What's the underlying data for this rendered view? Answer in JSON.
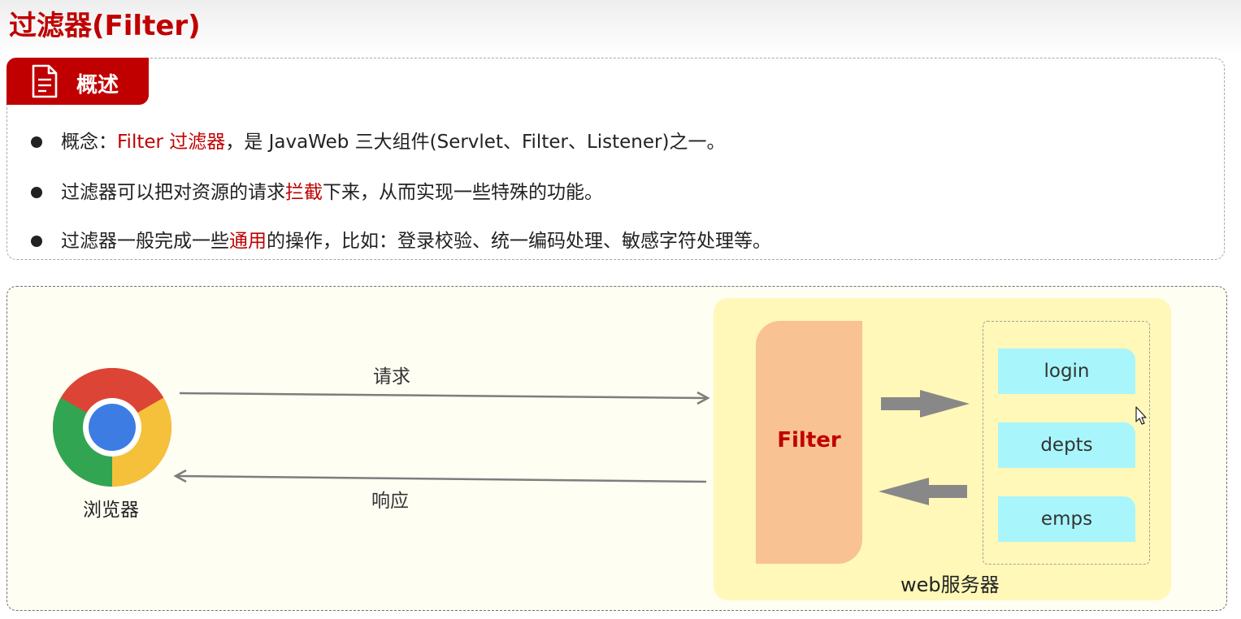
{
  "title": "过滤器(Filter)",
  "overview": {
    "tag_label": "概述",
    "tag_icon": "document-icon",
    "bullets": [
      {
        "parts": [
          {
            "text": "概念：",
            "highlight": false
          },
          {
            "text": "Filter 过滤器",
            "highlight": true
          },
          {
            "text": "，是 JavaWeb 三大组件(Servlet、Filter、Listener)之一。",
            "highlight": false
          }
        ]
      },
      {
        "parts": [
          {
            "text": "过滤器可以把对资源的请求",
            "highlight": false
          },
          {
            "text": "拦截",
            "highlight": true
          },
          {
            "text": "下来，从而实现一些特殊的功能。",
            "highlight": false
          }
        ]
      },
      {
        "parts": [
          {
            "text": "过滤器一般完成一些",
            "highlight": false
          },
          {
            "text": "通用",
            "highlight": true
          },
          {
            "text": "的操作，比如：登录校验、统一编码处理、敏感字符处理等。",
            "highlight": false
          }
        ]
      }
    ]
  },
  "diagram": {
    "browser_label": "浏览器",
    "browser_icon": "chrome-icon",
    "request_label": "请求",
    "response_label": "响应",
    "filter_label": "Filter",
    "server_label": "web服务器",
    "resources": [
      "login",
      "depts",
      "emps"
    ]
  },
  "colors": {
    "accent": "#c00000",
    "filter_fill": "#f9c293",
    "server_fill": "#fff8b8",
    "resource_fill": "#a8f6fb",
    "diagram_bg": "#fffef3",
    "arrow_gray": "#888888"
  }
}
